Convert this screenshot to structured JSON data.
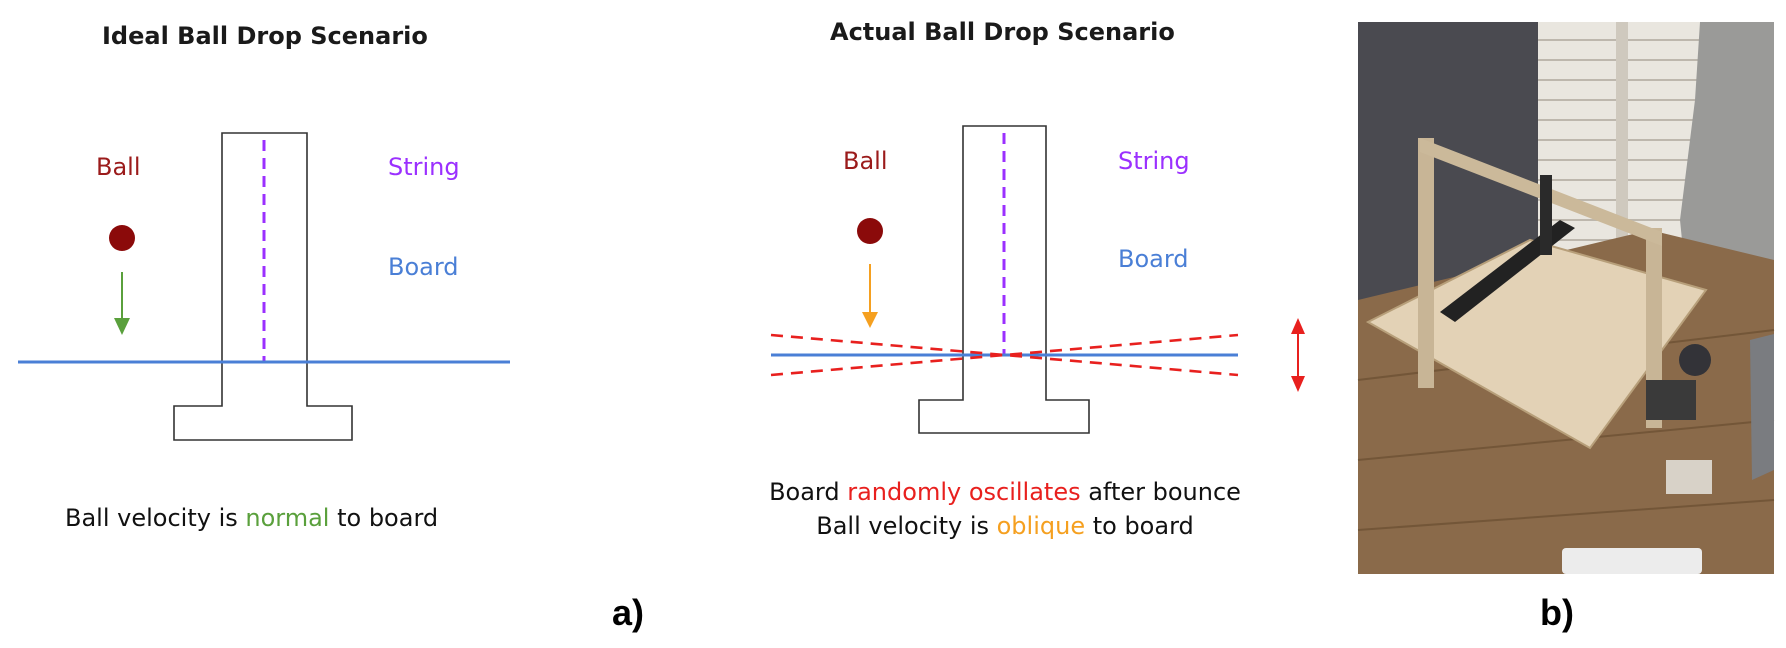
{
  "ideal": {
    "title": "Ideal Ball Drop Scenario",
    "ball_label": "Ball",
    "string_label": "String",
    "board_label": "Board",
    "caption_pre": "Ball velocity is ",
    "caption_highlight": "normal",
    "caption_post": " to board"
  },
  "actual": {
    "title": "Actual Ball Drop Scenario",
    "ball_label": "Ball",
    "string_label": "String",
    "board_label": "Board",
    "caption1_pre": "Board ",
    "caption1_highlight": "randomly oscillates",
    "caption1_post": " after bounce",
    "caption2_pre": "Ball velocity is ",
    "caption2_highlight": "oblique",
    "caption2_post": " to board"
  },
  "panel_labels": {
    "a": "a)",
    "b": "b)"
  },
  "colors": {
    "ball": "#8b0a0a",
    "ball_label": "#9b1b1b",
    "string": "#9b30ff",
    "board": "#4a7fd6",
    "normal_arrow": "#5aa03c",
    "oblique_arrow": "#f5a020",
    "oscillation": "#e8201e"
  }
}
